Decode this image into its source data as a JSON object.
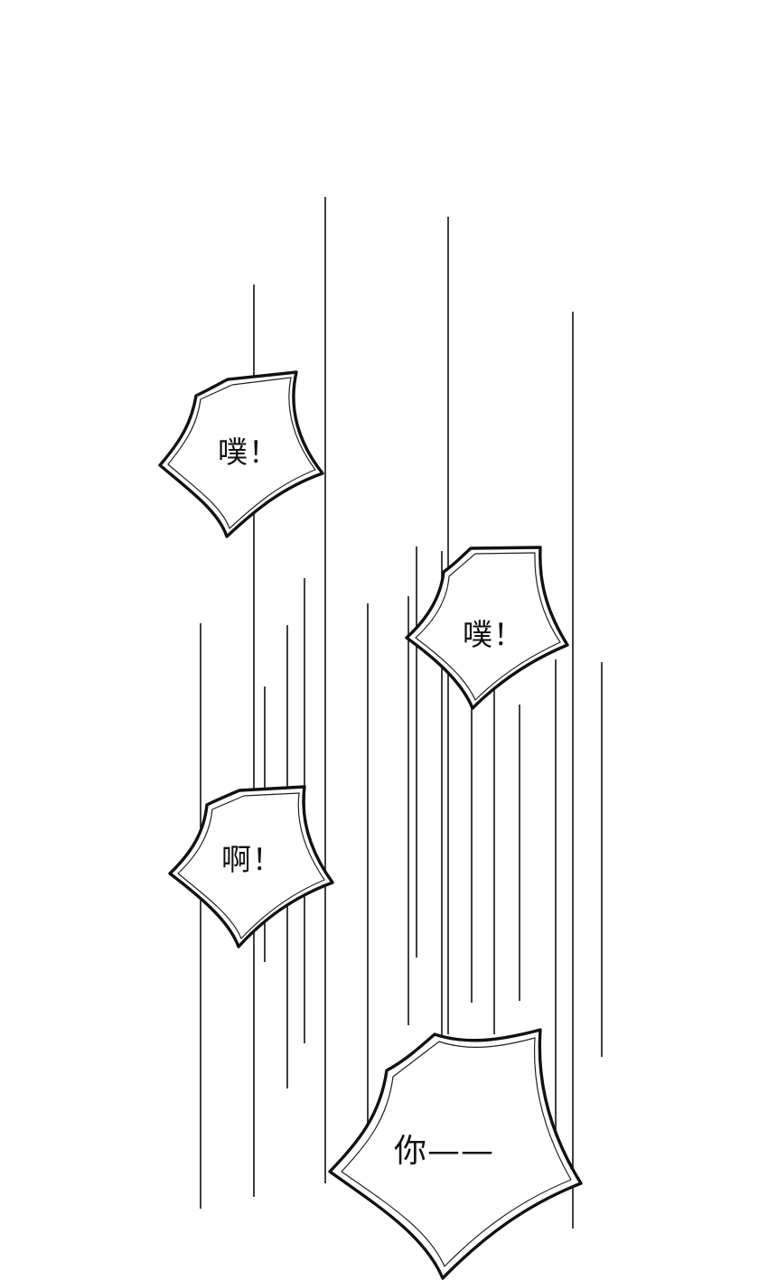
{
  "panel": {
    "bubbles": [
      {
        "text": "噗！"
      },
      {
        "text": "噗！"
      },
      {
        "text": "啊！"
      },
      {
        "text": "你——"
      }
    ]
  }
}
